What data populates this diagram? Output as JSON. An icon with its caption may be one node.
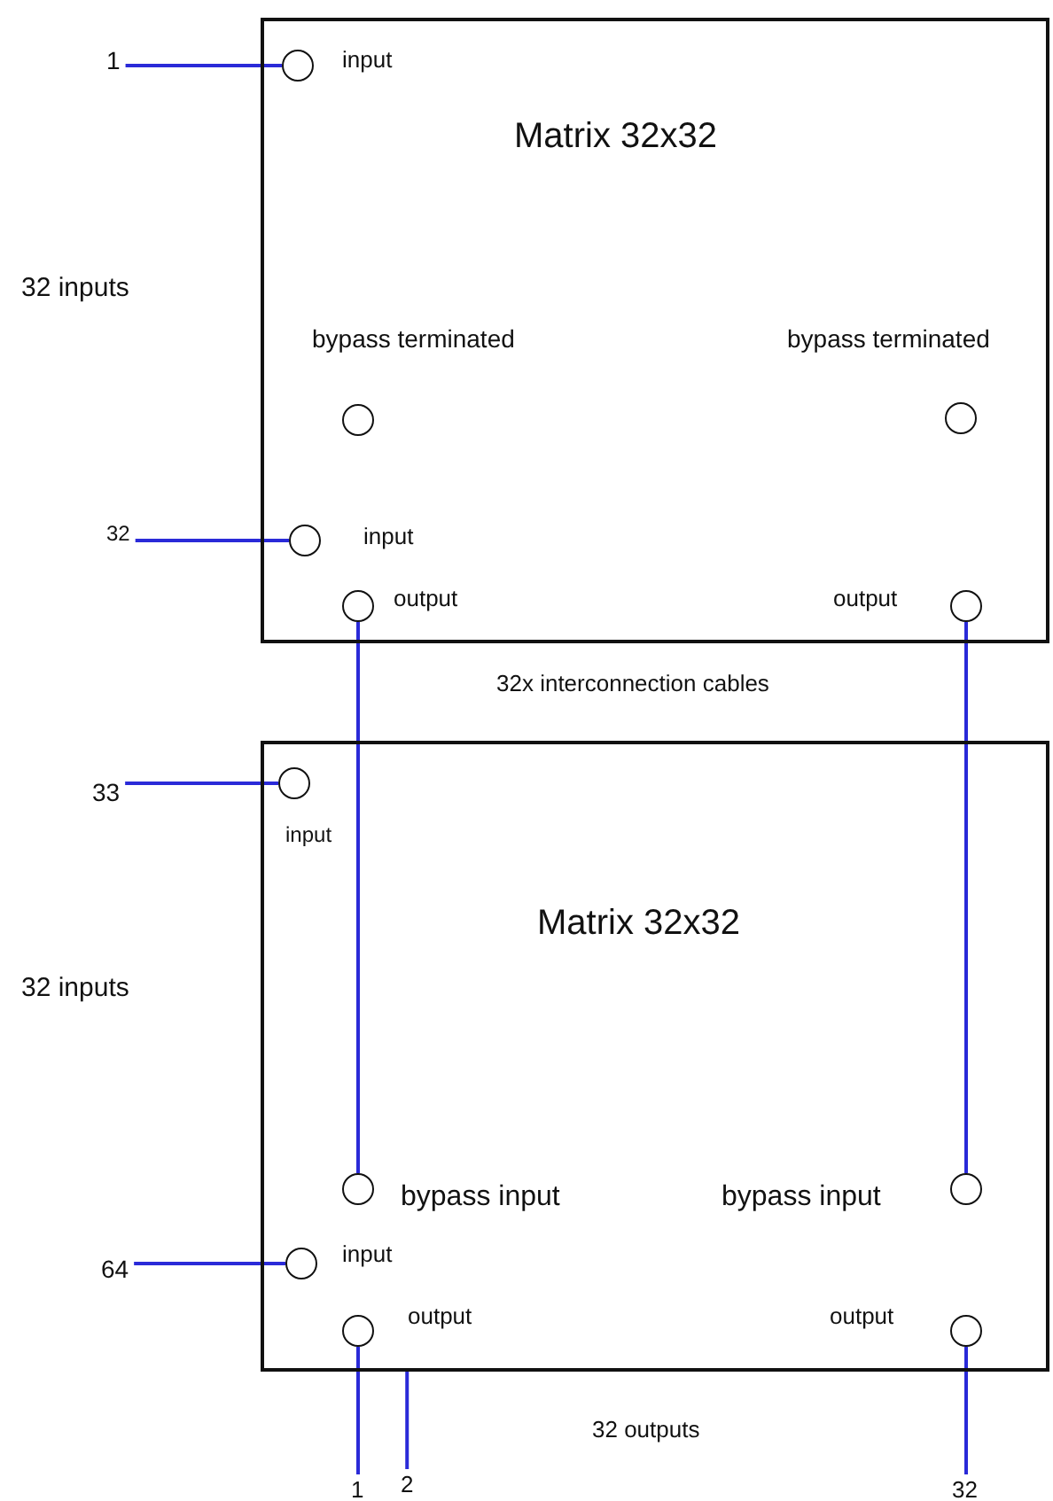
{
  "diagram": {
    "nodes": [
      {
        "text": [
          "Matrix 32x32"
        ]
      },
      {
        "text": [
          "1"
        ]
      },
      {
        "text": [],
        "shape": "circle",
        "in": 0,
        "beside": [
          "input"
        ]
      },
      {
        "text": [],
        "shape": "circle",
        "in": 0,
        "beside": [
          "bypass terminated"
        ]
      },
      {
        "text": [],
        "shape": "circle",
        "in": 0,
        "beside": [
          "bypass terminated"
        ]
      },
      {
        "text": [
          "32"
        ]
      },
      {
        "text": [],
        "shape": "circle",
        "in": 0,
        "beside": [
          "input"
        ]
      },
      {
        "text": [],
        "shape": "circle",
        "in": 0,
        "beside": [
          "output"
        ]
      },
      {
        "text": [],
        "shape": "circle",
        "in": 0,
        "beside": [
          "output"
        ]
      },
      {
        "text": [
          "Matrix 32x32"
        ]
      },
      {
        "text": [
          "33"
        ]
      },
      {
        "text": [],
        "shape": "circle",
        "in": 9,
        "beside": [
          "input"
        ]
      },
      {
        "text": [],
        "shape": "circle",
        "in": 9,
        "beside": [
          "bypass input"
        ]
      },
      {
        "text": [],
        "shape": "circle",
        "in": 9,
        "beside": [
          "bypass input"
        ]
      },
      {
        "text": [
          "64"
        ]
      },
      {
        "text": [],
        "shape": "circle",
        "in": 9,
        "beside": [
          "input"
        ]
      },
      {
        "text": [],
        "shape": "circle",
        "in": 9,
        "beside": [
          "output"
        ]
      },
      {
        "text": [],
        "shape": "circle",
        "in": 9,
        "beside": [
          "output"
        ]
      },
      {
        "text": [
          "1"
        ]
      },
      {
        "text": [
          "2"
        ]
      },
      {
        "text": [
          "32"
        ]
      }
    ],
    "edges": [
      {
        "from": 1,
        "to": 2,
        "arrow": "none"
      },
      {
        "from": 5,
        "to": 6,
        "arrow": "none"
      },
      {
        "from": 7,
        "to": 12,
        "arrow": "none"
      },
      {
        "from": 8,
        "to": 13,
        "arrow": "none"
      },
      {
        "from": 10,
        "to": 11,
        "arrow": "none"
      },
      {
        "from": 14,
        "to": 15,
        "arrow": "none"
      },
      {
        "from": 16,
        "to": 18,
        "arrow": "none"
      },
      {
        "from": 19,
        "to": 9,
        "arrow": "none"
      },
      {
        "from": 17,
        "to": 20,
        "arrow": "none"
      }
    ],
    "labels": [
      "32 inputs",
      "32x interconnection cables",
      "32 inputs",
      "32 outputs"
    ]
  }
}
